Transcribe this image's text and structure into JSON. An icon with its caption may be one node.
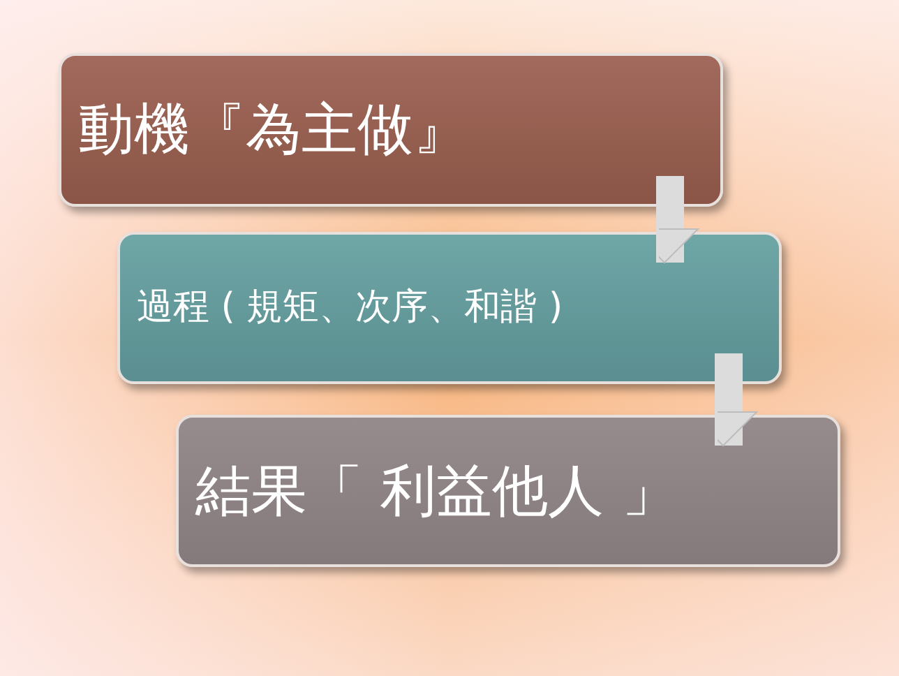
{
  "diagram": {
    "nodes": [
      {
        "text": [
          "動機『為主做』"
        ]
      },
      {
        "text": [
          "過程 ( 規矩、次序、和諧 )"
        ]
      },
      {
        "text": [
          "結果「 利益他人 」"
        ]
      }
    ],
    "edges": [
      {
        "from": 0,
        "to": 1,
        "arrow": "to"
      },
      {
        "from": 1,
        "to": 2,
        "arrow": "to"
      }
    ]
  }
}
